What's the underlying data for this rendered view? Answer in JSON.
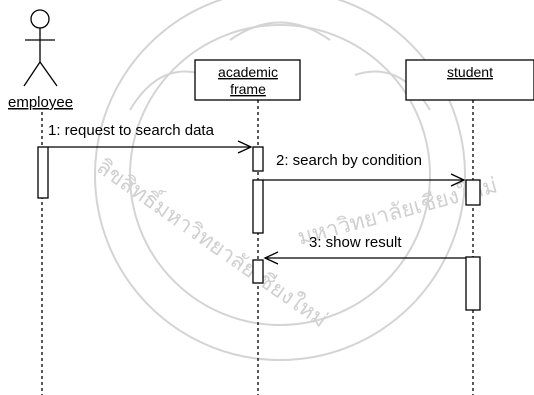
{
  "diagram": {
    "type": "sequence",
    "watermark": {
      "description": "faint circular university seal with thai lettering",
      "top_text": "มหาวิทยาลัยเชียงใหม่",
      "bottom_text": "ลิขสิทธิ์มหาวิทยาลัยเชียงใหม่"
    },
    "actor": {
      "name": "employee"
    },
    "objects": [
      {
        "line1": "academic",
        "line2": "frame"
      },
      {
        "line1": "student",
        "line2": ""
      }
    ],
    "messages": [
      {
        "label": "1: request to search data",
        "from": "employee",
        "to": "academic frame"
      },
      {
        "label": "2: search by condition",
        "from": "academic frame",
        "to": "student"
      },
      {
        "label": "3: show result",
        "from": "student",
        "to": "academic frame"
      }
    ]
  }
}
